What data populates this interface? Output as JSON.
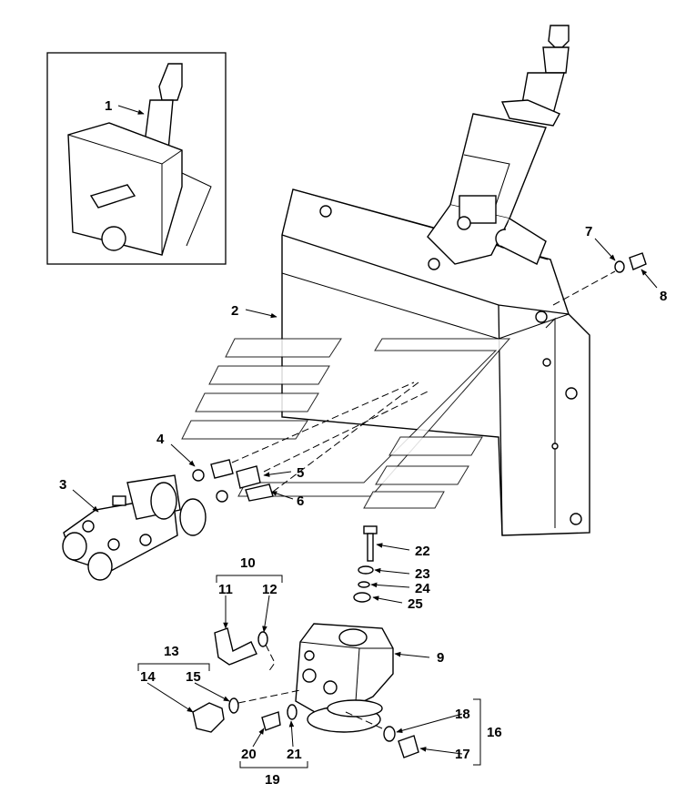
{
  "callouts": [
    "1",
    "2",
    "3",
    "4",
    "5",
    "6",
    "7",
    "8",
    "9",
    "10",
    "11",
    "12",
    "13",
    "14",
    "15",
    "16",
    "17",
    "18",
    "19",
    "20",
    "21",
    "22",
    "23",
    "24",
    "25"
  ],
  "icons": {
    "watermark": "logo-watermark-icon",
    "arrow": "arrow-head-icon"
  }
}
